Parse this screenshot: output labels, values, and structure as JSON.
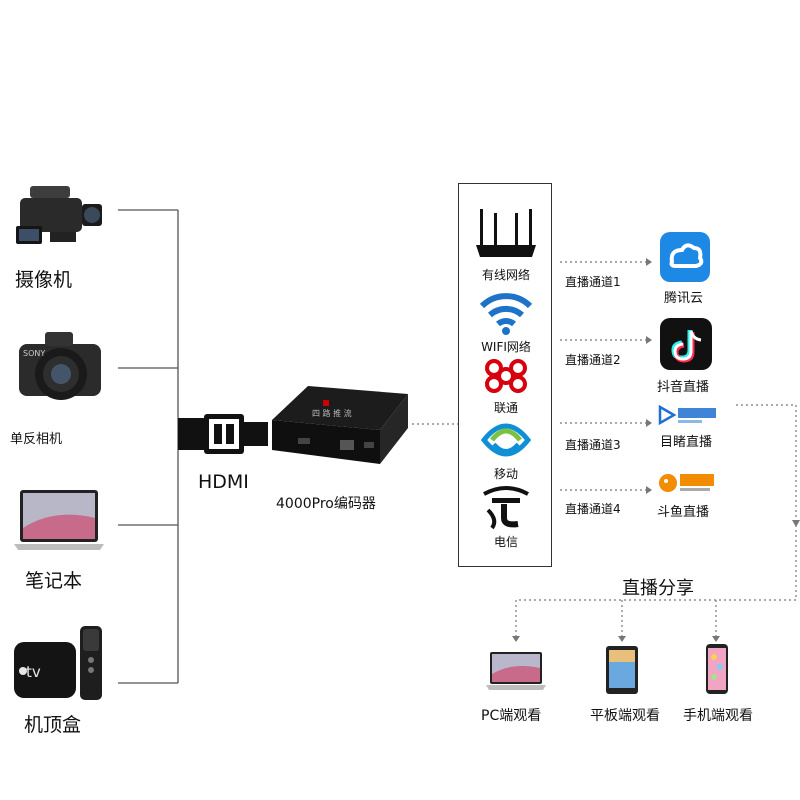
{
  "sources": [
    {
      "label": "摄像机",
      "icon": "video-camera-icon"
    },
    {
      "label": "单反相机",
      "icon": "dslr-camera-icon"
    },
    {
      "label": "笔记本",
      "icon": "laptop-icon"
    },
    {
      "label": "机顶盒",
      "icon": "set-top-box-icon"
    }
  ],
  "hdmi": {
    "label": "HDMI"
  },
  "encoder": {
    "label": "4000Pro编码器"
  },
  "networks": [
    {
      "label": "有线网络",
      "icon": "router-icon"
    },
    {
      "label": "WIFI网络",
      "icon": "wifi-icon"
    },
    {
      "label": "联通",
      "icon": "china-unicom-icon"
    },
    {
      "label": "移动",
      "icon": "china-mobile-icon"
    },
    {
      "label": "电信",
      "icon": "china-telecom-icon"
    }
  ],
  "channels": [
    {
      "label": "直播通道1"
    },
    {
      "label": "直播通道2"
    },
    {
      "label": "直播通道3"
    },
    {
      "label": "直播通道4"
    }
  ],
  "platforms": [
    {
      "label": "腾讯云",
      "icon": "tencent-cloud-icon"
    },
    {
      "label": "抖音直播",
      "icon": "douyin-icon"
    },
    {
      "label": "目睹直播",
      "icon": "mudu-icon"
    },
    {
      "label": "斗鱼直播",
      "icon": "douyu-icon"
    }
  ],
  "share": {
    "label": "直播分享"
  },
  "endpoints": [
    {
      "label": "PC端观看",
      "icon": "pc-laptop-icon"
    },
    {
      "label": "平板端观看",
      "icon": "tablet-icon"
    },
    {
      "label": "手机端观看",
      "icon": "smartphone-icon"
    }
  ],
  "colors": {
    "line": "#555555",
    "dashed": "#777777",
    "tencent": "#1e88e5",
    "douyin_bg": "#111111",
    "douyu": "#f28c00",
    "mudu": "#1f6fd1",
    "unicom": "#d7000f",
    "mobile": "#0f8fd6",
    "telecom": "#111111"
  }
}
